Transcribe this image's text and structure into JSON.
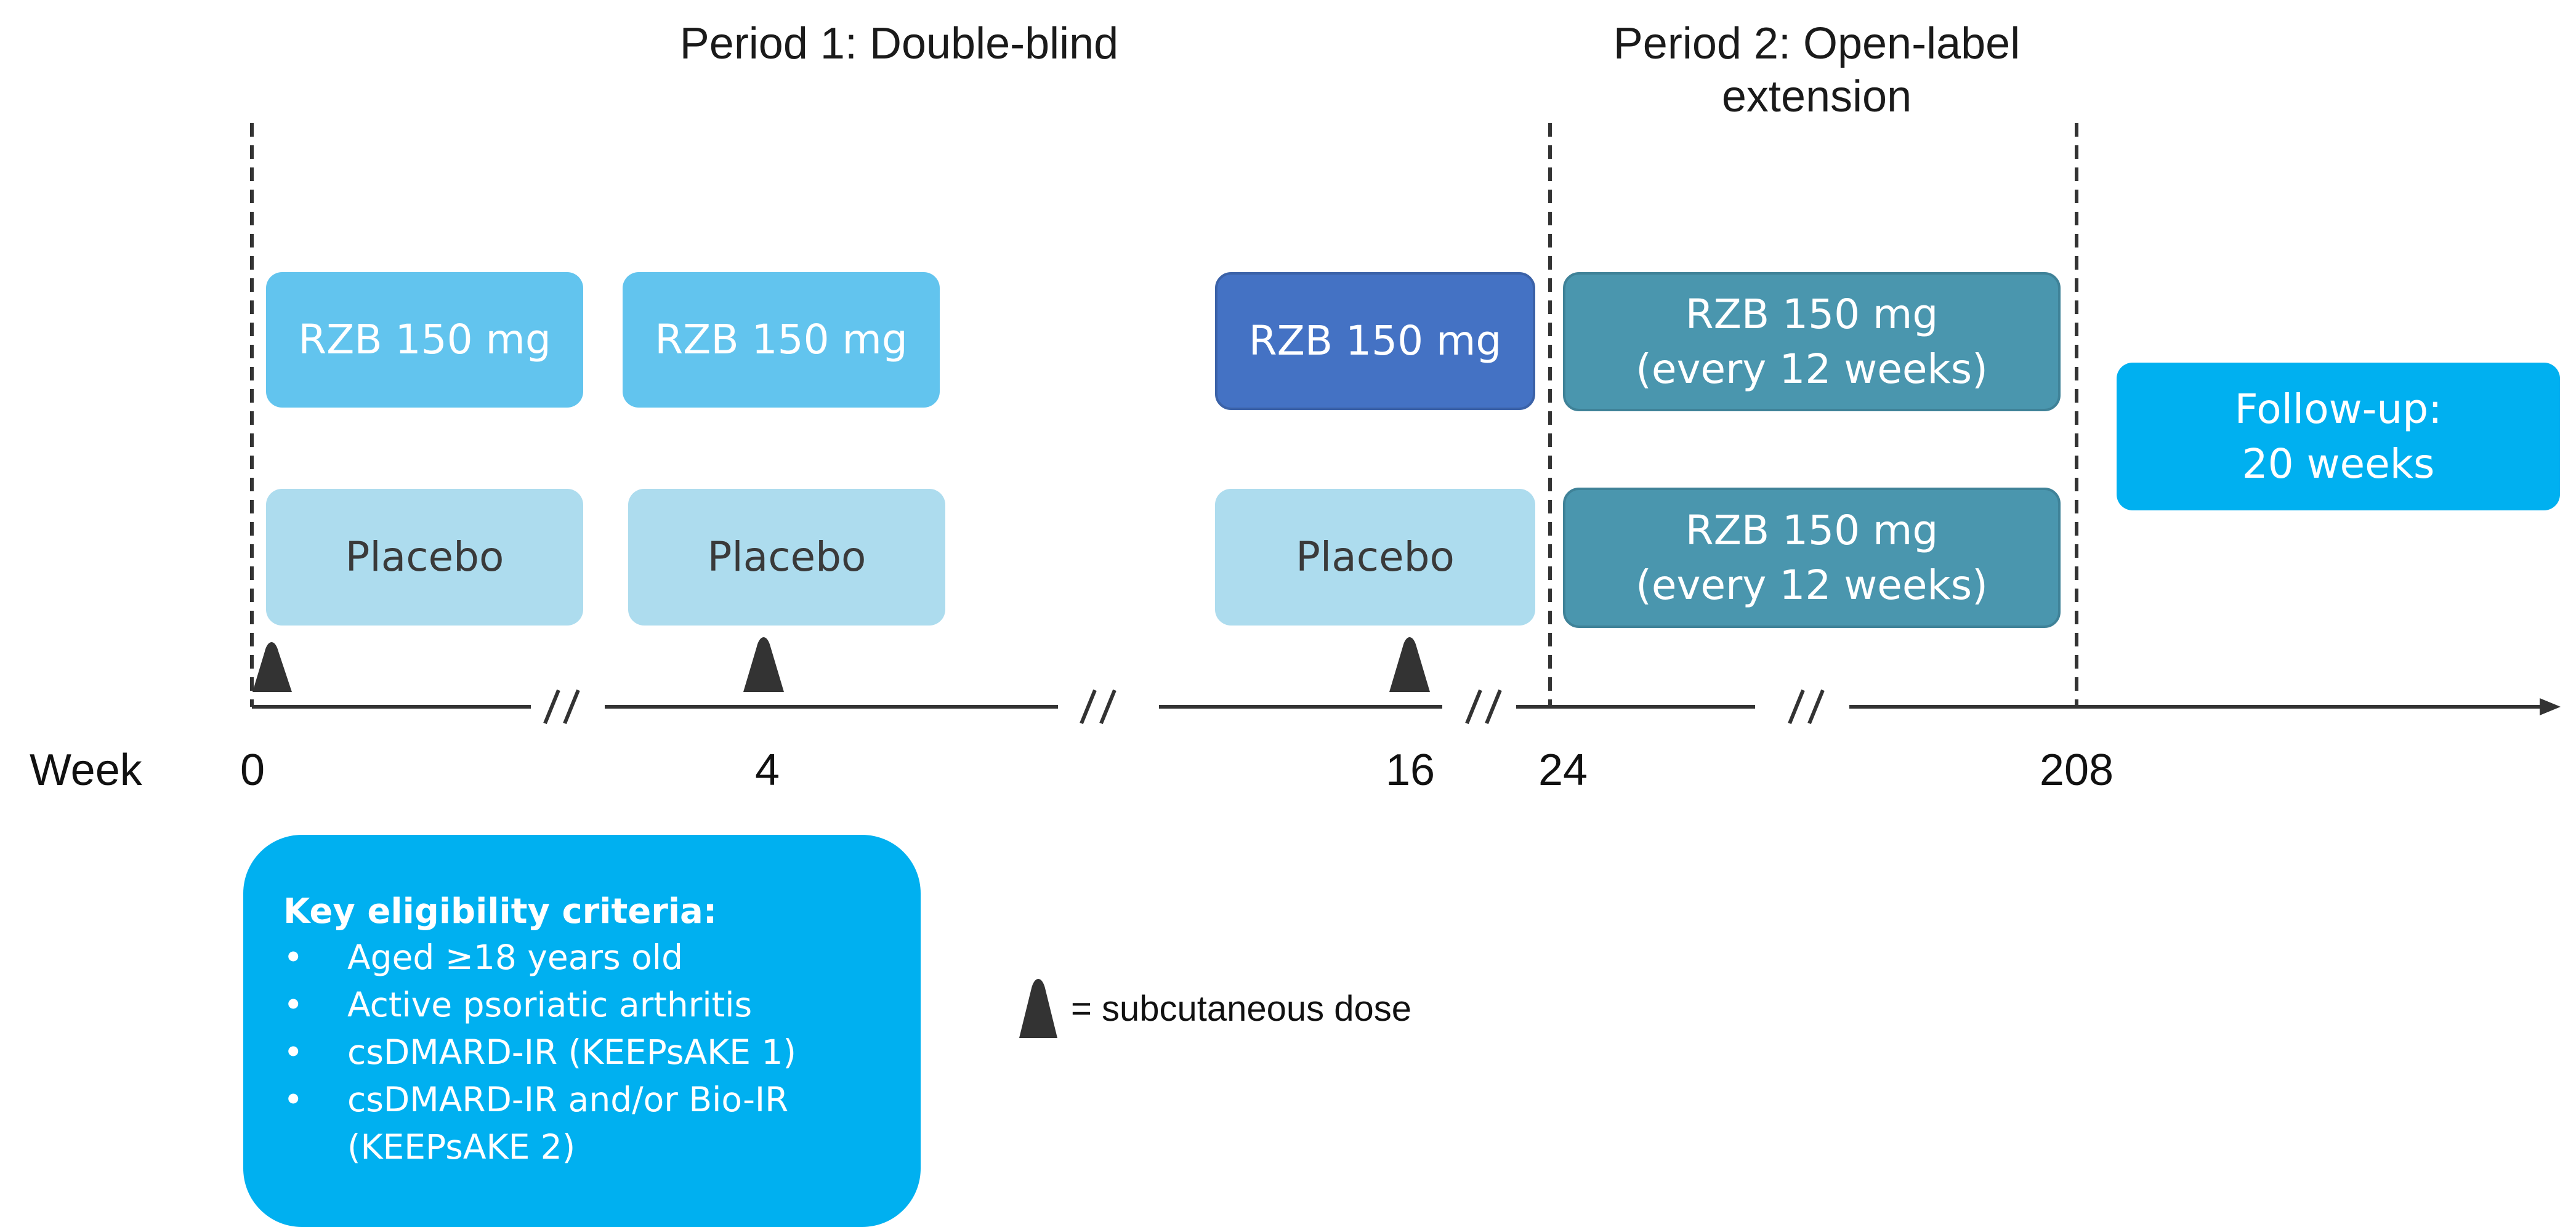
{
  "colors": {
    "rzb_light": "#62C4EE",
    "rzb_dark": "#4472C4",
    "placebo": "#ADDCEE",
    "ole": "#4A96AE",
    "followup": "#00B0F0",
    "criteria": "#00B0F0",
    "text_dark": "#3A3A3A",
    "text_light": "#FFFFFF"
  },
  "periods": {
    "period1": "Period 1: Double-blind",
    "period2": "Period 2: Open-label\nextension"
  },
  "arms": {
    "rzb_w0": "RZB 150 mg",
    "rzb_w4": "RZB 150 mg",
    "rzb_w16": "RZB 150 mg",
    "rzb_ole_top": "RZB 150 mg\n(every 12 weeks)",
    "placebo_w0": "Placebo",
    "placebo_w4": "Placebo",
    "placebo_w16": "Placebo",
    "rzb_ole_bottom": "RZB 150 mg\n(every 12 weeks)",
    "followup": "Follow-up:\n20 weeks"
  },
  "timeline": {
    "axis_label": "Week",
    "weeks": [
      "0",
      "4",
      "16",
      "24",
      "208"
    ]
  },
  "criteria": {
    "title": "Key eligibility criteria:",
    "bullet": "•",
    "items": [
      "Aged ≥18 years old",
      "Active psoriatic arthritis",
      "csDMARD-IR (KEEPsAKE 1)",
      "csDMARD-IR and/or Bio-IR\n(KEEPsAKE 2)"
    ]
  },
  "legend": {
    "text": "= subcutaneous dose",
    "icon": "triangle-icon"
  }
}
